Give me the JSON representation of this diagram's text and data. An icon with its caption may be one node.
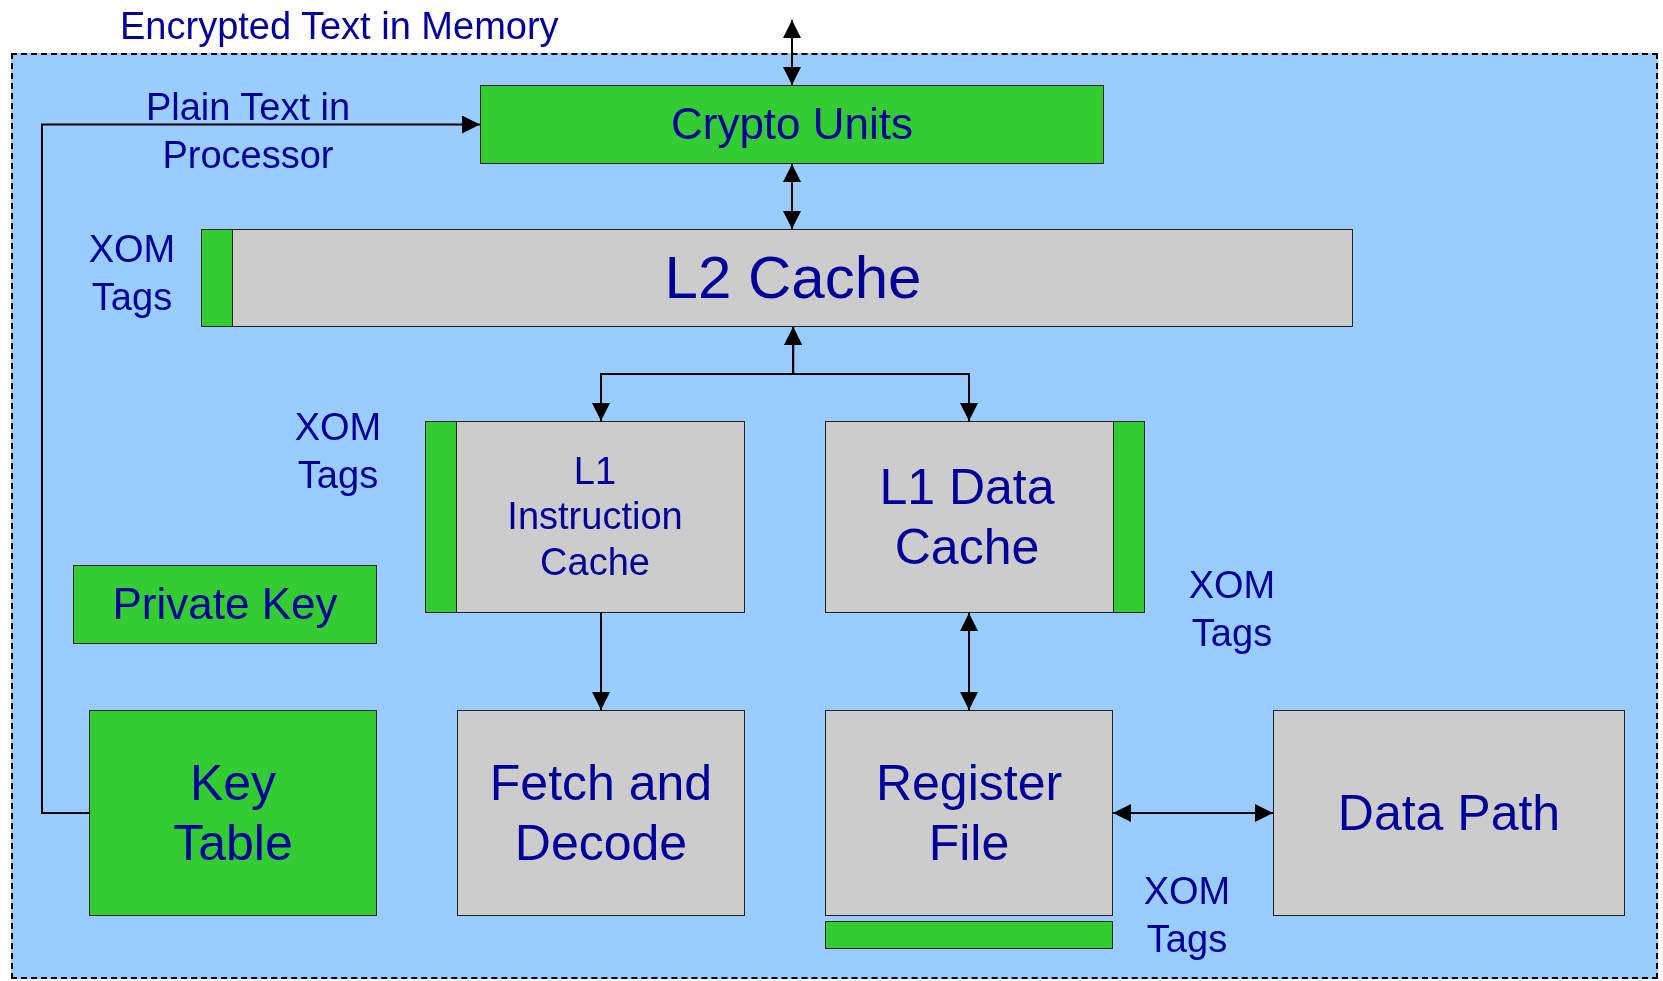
{
  "diagram": {
    "nodes": [
      {
        "text": [],
        "shape": "box"
      },
      {
        "text": [
          "Crypto Units"
        ],
        "in": 0
      },
      {
        "text": [
          "L2 Cache"
        ],
        "in": 0
      },
      {
        "text": [],
        "shape": "bar",
        "in": 2,
        "beside": [
          "XOM Tags"
        ]
      },
      {
        "text": [
          "L1 Instruction Cache"
        ],
        "in": 0
      },
      {
        "text": [],
        "shape": "bar",
        "in": 4,
        "beside": [
          "XOM Tags"
        ]
      },
      {
        "text": [
          "L1 Data Cache"
        ],
        "in": 0
      },
      {
        "text": [],
        "shape": "bar",
        "in": 6,
        "beside": [
          "XOM Tags"
        ]
      },
      {
        "text": [
          "Private Key"
        ],
        "in": 0
      },
      {
        "text": [
          "Key Table"
        ],
        "in": 0
      },
      {
        "text": [
          "Fetch and Decode"
        ],
        "in": 0
      },
      {
        "text": [
          "Register File"
        ],
        "in": 0
      },
      {
        "text": [],
        "shape": "bar",
        "in": 0,
        "beside": [
          "XOM Tags"
        ]
      },
      {
        "text": [
          "Data Path"
        ],
        "in": 0
      }
    ],
    "edges": [
      {
        "from": null,
        "to": 1,
        "arrow": "both"
      },
      {
        "from": 1,
        "to": 2,
        "arrow": "both"
      },
      {
        "from": 2,
        "to": 4,
        "arrow": "both"
      },
      {
        "from": 2,
        "to": 6,
        "arrow": "both"
      },
      {
        "from": 4,
        "to": 10,
        "arrow": "to"
      },
      {
        "from": 6,
        "to": 11,
        "arrow": "both"
      },
      {
        "from": 11,
        "to": 13,
        "arrow": "both"
      },
      {
        "from": 9,
        "to": 1,
        "arrow": "to"
      }
    ],
    "labels": [
      "Encrypted Text in Memory",
      "Plain Text in Processor"
    ]
  }
}
